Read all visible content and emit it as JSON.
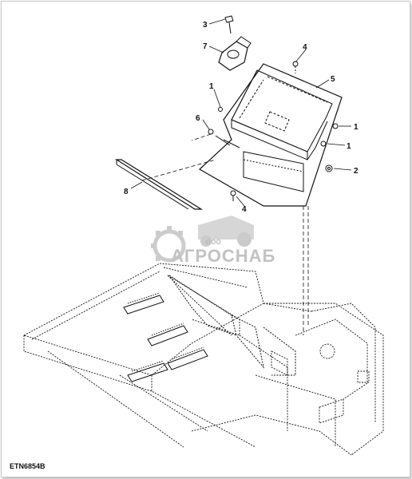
{
  "figure_code": "ETN6854B",
  "callouts": [
    {
      "id": "c3",
      "text": "3"
    },
    {
      "id": "c7",
      "text": "7"
    },
    {
      "id": "c4a",
      "text": "4"
    },
    {
      "id": "c5",
      "text": "5"
    },
    {
      "id": "c1a",
      "text": "1"
    },
    {
      "id": "c6",
      "text": "6"
    },
    {
      "id": "c1b",
      "text": "1"
    },
    {
      "id": "c1c",
      "text": "1"
    },
    {
      "id": "c2",
      "text": "2"
    },
    {
      "id": "c8",
      "text": "8"
    },
    {
      "id": "c4b",
      "text": "4"
    }
  ],
  "watermark": {
    "name": "АГРОСНАБ",
    "prefix": "ООО"
  }
}
